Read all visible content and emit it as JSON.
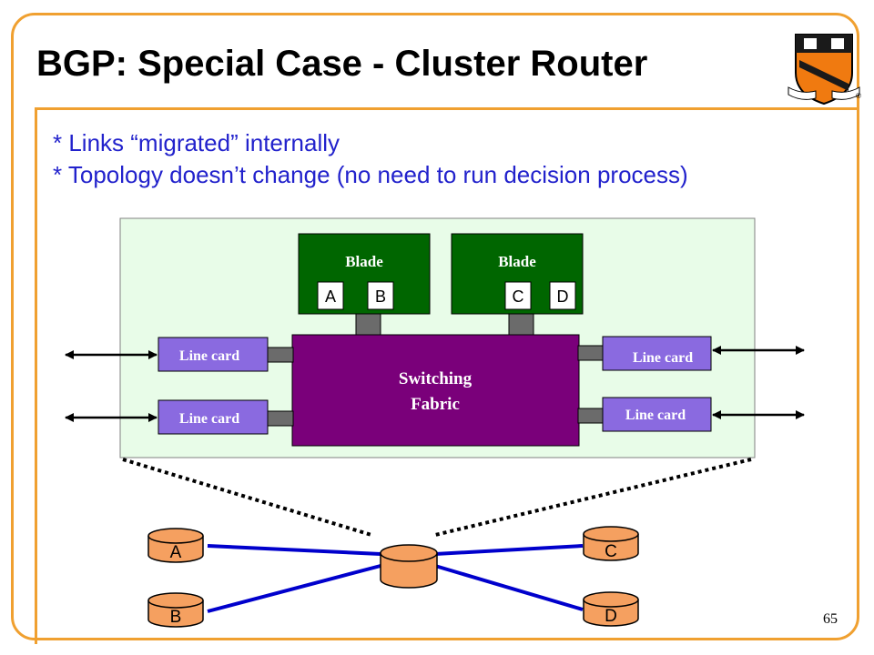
{
  "slide": {
    "title": "BGP: Special Case - Cluster Router",
    "bullets": [
      "* Links “migrated” internally",
      "* Topology doesn’t change (no need to run decision process)"
    ],
    "slide_number": "65"
  },
  "router": {
    "blades": [
      {
        "label": "Blade",
        "ports": [
          "A",
          "B"
        ]
      },
      {
        "label": "Blade",
        "ports": [
          "C",
          "D"
        ]
      }
    ],
    "fabric": {
      "line1": "Switching",
      "line2": "Fabric"
    },
    "line_cards": {
      "left_top": "Line card",
      "left_bottom": "Line card",
      "right_top": "Line card",
      "right_bottom": "Line card"
    }
  },
  "topology": {
    "nodes": {
      "a": "A",
      "b": "B",
      "c": "C",
      "d": "D"
    }
  },
  "colors": {
    "frame": "#f0a030",
    "bullet_text": "#2222cc",
    "panel_bg": "#e8fce8",
    "blade": "#006600",
    "fabric": "#7a007a",
    "line_card": "#8a6ae0",
    "connector": "#6b6b6b",
    "link": "#0000cc",
    "node": "#f5a060"
  }
}
